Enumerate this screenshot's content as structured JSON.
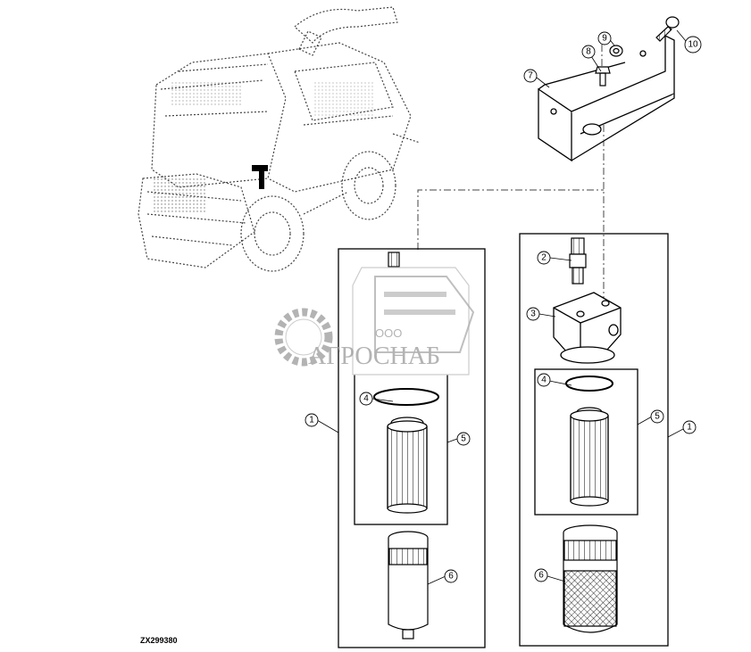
{
  "figure_id": "ZX299380",
  "watermark": {
    "line1": "ООО",
    "line2": "АГРОСНАБ"
  },
  "callouts": {
    "c1a": "1",
    "c1b": "1",
    "c2": "2",
    "c3": "3",
    "c4a": "4",
    "c4b": "4",
    "c5a": "5",
    "c5b": "5",
    "c6a": "6",
    "c6b": "6",
    "c7": "7",
    "c8": "8",
    "c9": "9",
    "c10": "10"
  }
}
